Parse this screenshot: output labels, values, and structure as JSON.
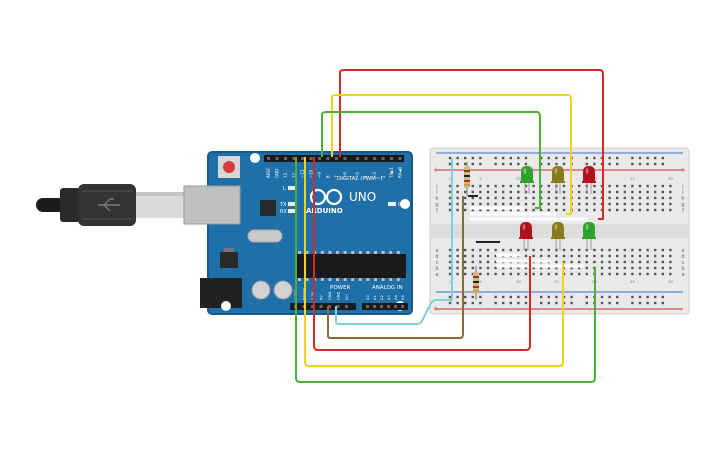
{
  "arduino": {
    "brand": "ARDUINO",
    "model": "UNO",
    "digital_label": "DIGITAL (PWM~)",
    "power_label": "POWER",
    "analog_label": "ANALOG IN",
    "on_label": "ON",
    "l_label": "L",
    "tx_label": "TX",
    "rx_label": "RX",
    "top_header_labels": [
      "AREF",
      "GND",
      "13",
      "12",
      "~11",
      "~10",
      "~9",
      "8",
      "7",
      "~6",
      "~5",
      "4",
      "~3",
      "2",
      "TX▶1",
      "RX◀0"
    ],
    "power_pin_labels": [
      "IOREF",
      "RESET",
      "3.3V",
      "5V",
      "GND",
      "GND",
      "Vin"
    ],
    "analog_pin_labels": [
      "A0",
      "A1",
      "A2",
      "A3",
      "A4",
      "A5"
    ]
  },
  "breadboard": {
    "row_letters_top": [
      "j",
      "i",
      "h",
      "g",
      "f"
    ],
    "row_letters_bottom": [
      "e",
      "d",
      "c",
      "b",
      "a"
    ],
    "column_numbers": [
      "1",
      "5",
      "10",
      "15",
      "20",
      "25",
      "30"
    ],
    "plus_label": "+",
    "minus_label": "−"
  },
  "leds": [
    {
      "name": "led-green-top",
      "color": "#2ea12e"
    },
    {
      "name": "led-yellow-top",
      "color": "#8a7a1a"
    },
    {
      "name": "led-red-top",
      "color": "#b0121b"
    },
    {
      "name": "led-red-bottom",
      "color": "#b0121b"
    },
    {
      "name": "led-yellow-bottom",
      "color": "#8a7a1a"
    },
    {
      "name": "led-green-bottom",
      "color": "#2ea12e"
    }
  ],
  "colors": {
    "board": "#1f6fa8",
    "board_dark": "#175a8a",
    "wire_red": "#d8262a",
    "wire_yellow": "#f0d21e",
    "wire_green": "#4caf3a",
    "wire_brown": "#8b6a3a",
    "wire_cyan": "#7fd0d8",
    "breadboard": "#e9e9e9"
  }
}
